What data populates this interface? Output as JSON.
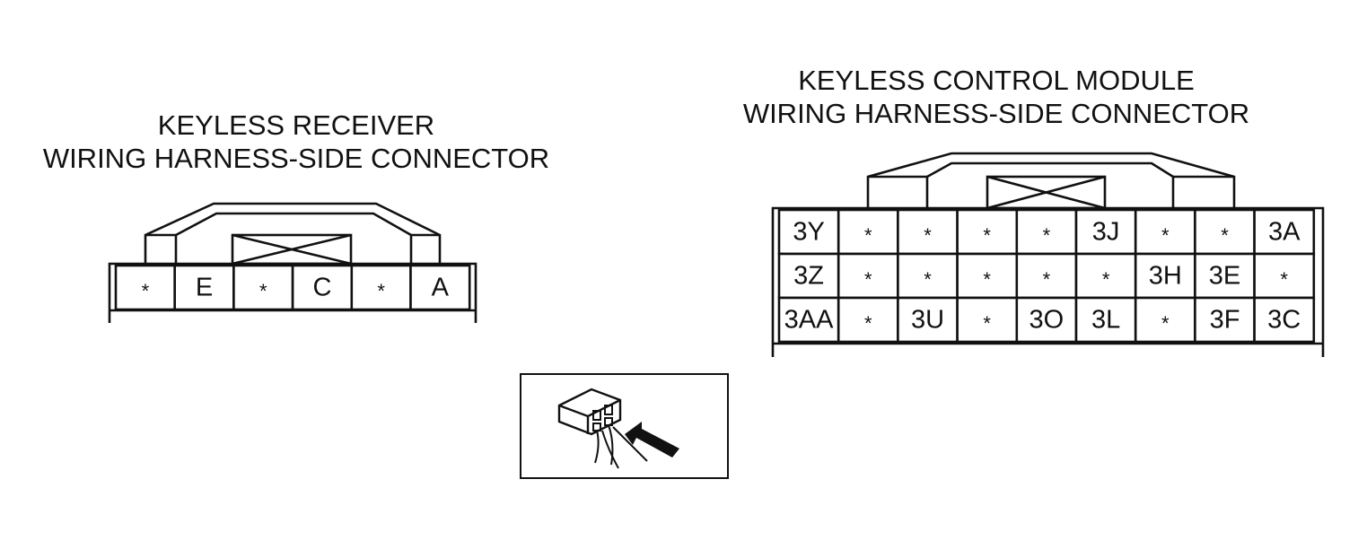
{
  "receiver": {
    "title_line1": "KEYLESS RECEIVER",
    "title_line2": "WIRING HARNESS-SIDE CONNECTOR",
    "pins": [
      "*",
      "E",
      "*",
      "C",
      "*",
      "A"
    ]
  },
  "module": {
    "title_line1": "KEYLESS CONTROL MODULE",
    "title_line2": "WIRING HARNESS-SIDE CONNECTOR",
    "rows": [
      [
        "3Y",
        "*",
        "*",
        "*",
        "*",
        "3J",
        "*",
        "*",
        "3A"
      ],
      [
        "3Z",
        "*",
        "*",
        "*",
        "*",
        "*",
        "3H",
        "3E",
        "*"
      ],
      [
        "3AA",
        "*",
        "3U",
        "*",
        "3O",
        "3L",
        "*",
        "3F",
        "3C"
      ]
    ]
  },
  "inset": {
    "icon": "connector-probe-icon"
  }
}
